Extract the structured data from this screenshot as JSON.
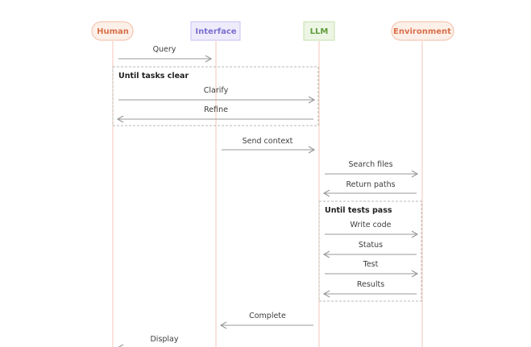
{
  "participants": [
    {
      "name": "Human",
      "color": "#d9704a",
      "fill": "#fdf0e9",
      "stroke": "#f2bda6"
    },
    {
      "name": "Interface",
      "color": "#7b6fd0",
      "fill": "#eeecfb",
      "stroke": "#c5bff0"
    },
    {
      "name": "LLM",
      "color": "#5f9c3a",
      "fill": "#edf6e5",
      "stroke": "#c4e0ad"
    },
    {
      "name": "Environment",
      "color": "#d9704a",
      "fill": "#fdf0e9",
      "stroke": "#f2bda6"
    }
  ],
  "loops": [
    {
      "label": "Until tasks clear"
    },
    {
      "label": "Until tests pass"
    }
  ],
  "messages": [
    {
      "label": "Query",
      "from": "Human",
      "to": "Interface"
    },
    {
      "label": "Clarify",
      "from": "Human",
      "to": "LLM"
    },
    {
      "label": "Refine",
      "from": "LLM",
      "to": "Human"
    },
    {
      "label": "Send context",
      "from": "Interface",
      "to": "LLM"
    },
    {
      "label": "Search files",
      "from": "LLM",
      "to": "Environment"
    },
    {
      "label": "Return paths",
      "from": "Environment",
      "to": "LLM"
    },
    {
      "label": "Write code",
      "from": "LLM",
      "to": "Environment"
    },
    {
      "label": "Status",
      "from": "Environment",
      "to": "LLM"
    },
    {
      "label": "Test",
      "from": "LLM",
      "to": "Environment"
    },
    {
      "label": "Results",
      "from": "Environment",
      "to": "LLM"
    },
    {
      "label": "Complete",
      "from": "LLM",
      "to": "Interface"
    },
    {
      "label": "Display",
      "from": "Interface",
      "to": "Human"
    }
  ]
}
